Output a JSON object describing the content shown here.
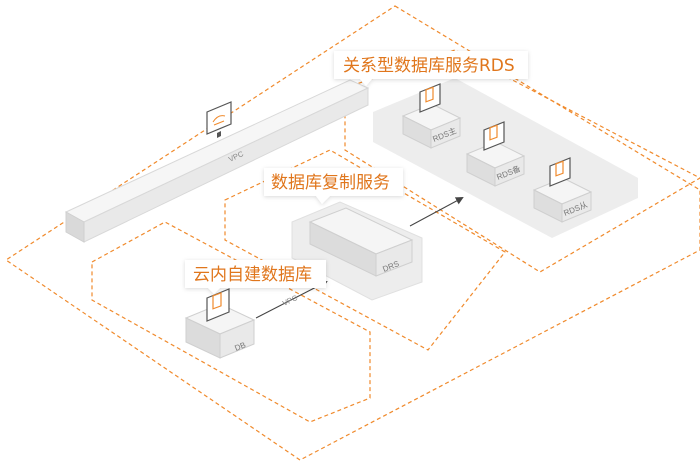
{
  "labels": {
    "rds_service": "关系型数据库服务RDS",
    "replication_service": "数据库复制服务",
    "self_built_db": "云内自建数据库",
    "vpc": "VPC",
    "rds_master": "RDS主",
    "rds_standby": "RDS备",
    "rds_slave": "RDS从",
    "drs": "DRS",
    "db": "DB",
    "vpc_link": "VPC"
  },
  "colors": {
    "accent": "#f08a2c",
    "callout_text": "#e0761c",
    "box_top": "#f4f4f4",
    "box_left": "#dcdcdc",
    "box_right": "#e8e8e8",
    "platform": "#ececec"
  },
  "icons": [
    "monitor-icon",
    "database-icon"
  ]
}
